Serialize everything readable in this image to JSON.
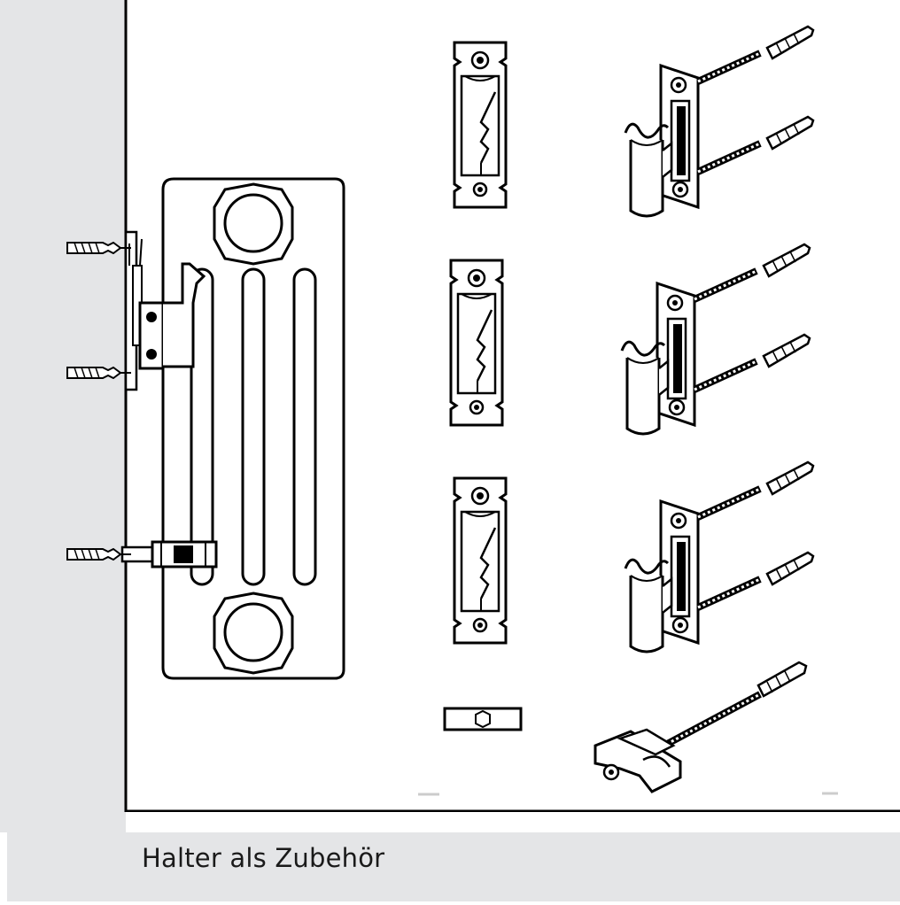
{
  "caption": "Halter als Zubehör",
  "colors": {
    "wall": "#e4e5e7",
    "line": "#000000",
    "paper": "#ffffff"
  },
  "parts": {
    "bracket_plates": 3,
    "wall_brackets": 3,
    "clamp_bracket": 1,
    "spacer_block": 1
  }
}
